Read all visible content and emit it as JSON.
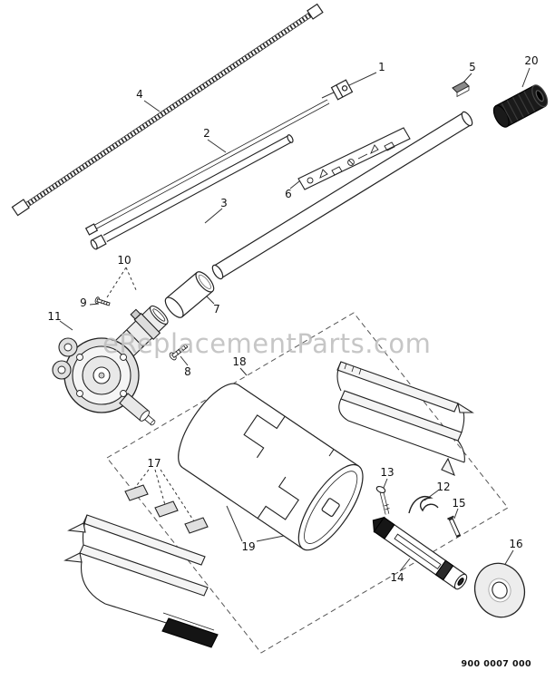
{
  "watermark": "eReplacementParts.com",
  "doc_number": "900 0007 000",
  "callouts": [
    {
      "n": "1"
    },
    {
      "n": "2"
    },
    {
      "n": "3"
    },
    {
      "n": "4"
    },
    {
      "n": "5"
    },
    {
      "n": "6"
    },
    {
      "n": "7"
    },
    {
      "n": "8"
    },
    {
      "n": "9"
    },
    {
      "n": "10"
    },
    {
      "n": "11"
    },
    {
      "n": "12"
    },
    {
      "n": "13"
    },
    {
      "n": "14"
    },
    {
      "n": "15"
    },
    {
      "n": "16"
    },
    {
      "n": "17"
    },
    {
      "n": "18"
    },
    {
      "n": "19"
    },
    {
      "n": "20"
    }
  ]
}
